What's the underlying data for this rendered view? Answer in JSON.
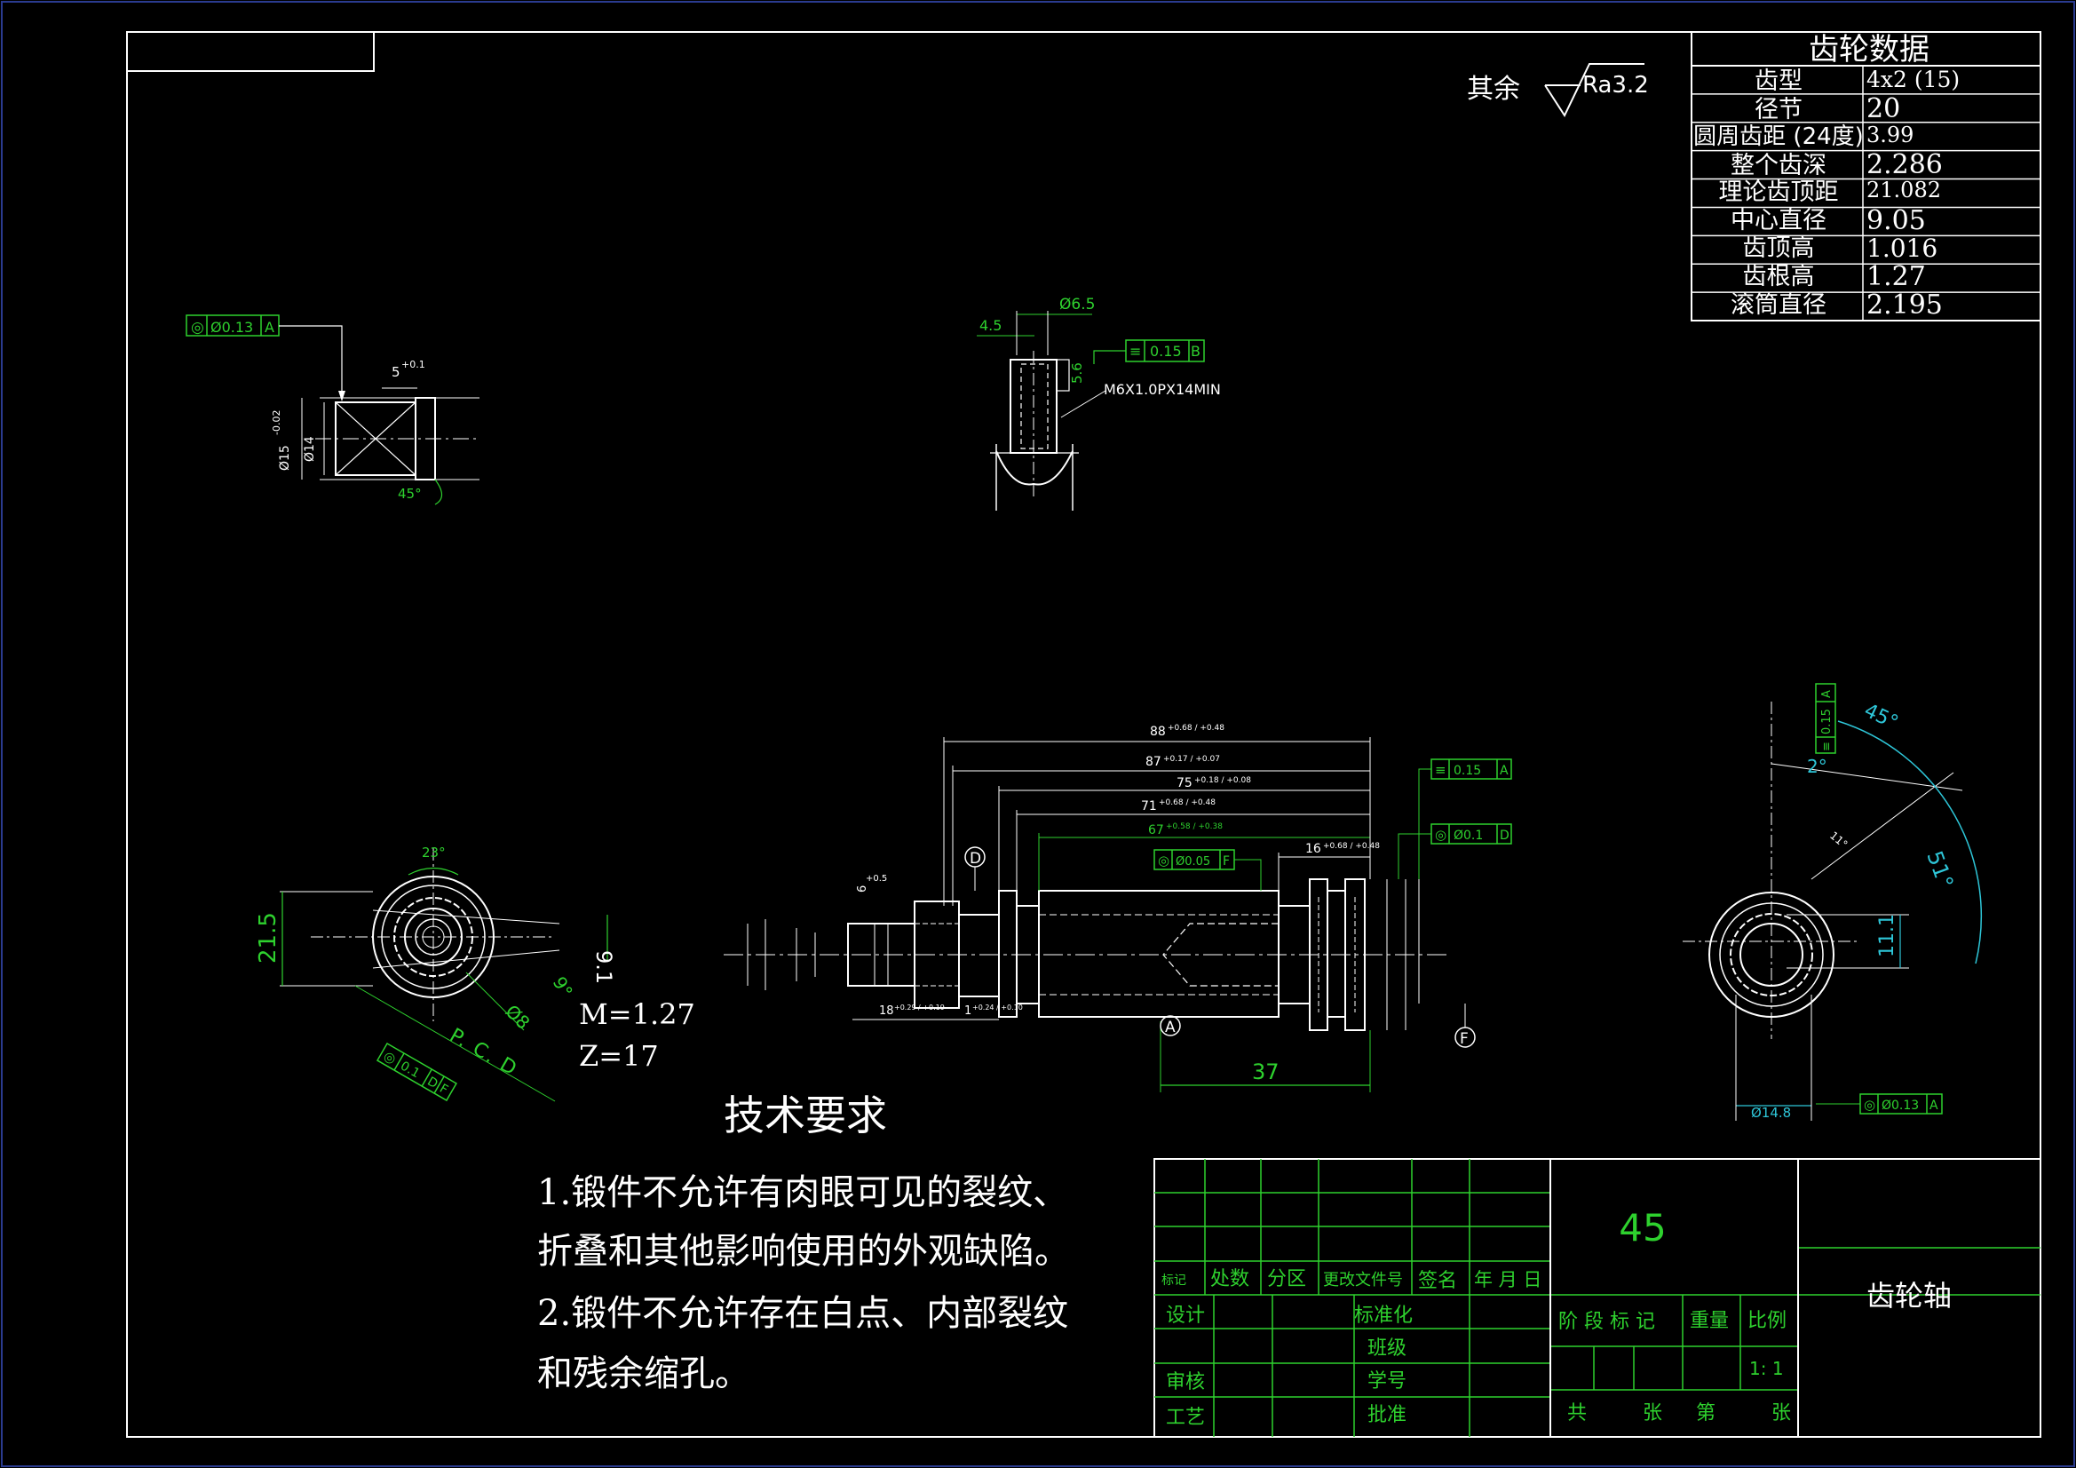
{
  "roughness": {
    "prefix": "其余",
    "value": "Ra3.2"
  },
  "gear_table": {
    "title": "齿轮数据",
    "rows": [
      {
        "label": "齿型",
        "value": "4x2 (15)"
      },
      {
        "label": "径节",
        "value": "20"
      },
      {
        "label": "圆周齿距 (24度)",
        "value": "3.99"
      },
      {
        "label": "整个齿深",
        "value": "2.286"
      },
      {
        "label": "理论齿顶距",
        "value": "21.082"
      },
      {
        "label": "中心直径",
        "value": "9.05"
      },
      {
        "label": "齿顶高",
        "value": "1.016"
      },
      {
        "label": "齿根高",
        "value": "1.27"
      },
      {
        "label": "滚筒直径",
        "value": "2.195"
      }
    ]
  },
  "views": {
    "left_detail": {
      "tolerance": {
        "symbol": "◎",
        "value": "Ø0.13",
        "datum": "A"
      },
      "dim_top": "5",
      "dim_top_tol": "+0.1",
      "dim_d15": "Ø15",
      "dim_d15_tol": "-0.02",
      "dim_d14": "Ø14",
      "angle": "45°"
    },
    "top_detail": {
      "dim_width": "4.5",
      "dim_diameter": "Ø6.5",
      "tolerance": {
        "symbol": "≡",
        "value": "0.15",
        "datum": "B"
      },
      "dim_depth": "5.6",
      "thread_note": "M6X1.0PX14MIN"
    },
    "gear_front": {
      "angle_top": "23°",
      "dim_height": "21.5",
      "dim_right": "9.1",
      "angle_right": "9°",
      "dim_pcd_d": "Ø8",
      "pcd": "P. C. D",
      "tolerance": {
        "symbol": "◎",
        "value": "0.1",
        "datum": "D",
        "datum2": "F"
      }
    },
    "gear_params": {
      "module": "M=1.27",
      "teeth": "Z=17"
    },
    "shaft": {
      "dim_88": "88",
      "dim_88_tol": "+0.68 / +0.48",
      "dim_87": "87",
      "dim_87_tol": "+0.17 / +0.07",
      "dim_75": "75",
      "dim_75_tol": "+0.18 / +0.08",
      "dim_71": "71",
      "dim_71_tol": "+0.68 / +0.48",
      "dim_67": "67",
      "dim_67_tol": "+0.58 / +0.38",
      "dim_16": "16",
      "dim_16_tol": "+0.68 / +0.48",
      "dim_18": "18",
      "dim_18_tol": "+0.29 / +0.19",
      "dim_1": "1",
      "dim_1_tol": "+0.24 / +0.10",
      "dim_37": "37",
      "dim_6": "6",
      "dim_6_tol": "+0.5",
      "tol_a": {
        "symbol": "≡",
        "value": "0.15",
        "datum": "A"
      },
      "tol_d": {
        "symbol": "◎",
        "value": "Ø0.1",
        "datum": "D"
      },
      "tol_f": {
        "symbol": "◎",
        "value": "Ø0.05",
        "datum": "F"
      },
      "datum_d": "D",
      "datum_a": "A",
      "datum_f": "F"
    },
    "right_view": {
      "angle_45": "45°",
      "angle_2": "2°",
      "angle_51": "51°",
      "dim_11": "11.1",
      "dim_small": "11°",
      "dim_d148": "Ø14.8",
      "tol_top": {
        "symbol": "≡",
        "value": "0.15",
        "datum": "A"
      },
      "tol_bottom": {
        "symbol": "◎",
        "value": "Ø0.13",
        "datum": "A"
      }
    }
  },
  "tech_req": {
    "title": "技术要求",
    "lines": [
      "1.锻件不允许有肉眼可见的裂纹、",
      "折叠和其他影响使用的外观缺陷。",
      "2.锻件不允许存在白点、内部裂纹",
      "和残余缩孔。"
    ]
  },
  "title_block": {
    "material": "45",
    "part_name": "齿轮轴",
    "header": [
      "标记",
      "处数",
      "分区",
      "更改文件号",
      "签名",
      "年 月 日"
    ],
    "left_labels": [
      "设计",
      "审核",
      "工艺"
    ],
    "mid_labels": [
      "标准化",
      "班级",
      "学号",
      "批准"
    ],
    "stage_labels": [
      "阶 段 标 记",
      "重量",
      "比例"
    ],
    "scale": "1: 1",
    "sheet_labels": [
      "共",
      "张",
      "第",
      "张"
    ]
  }
}
